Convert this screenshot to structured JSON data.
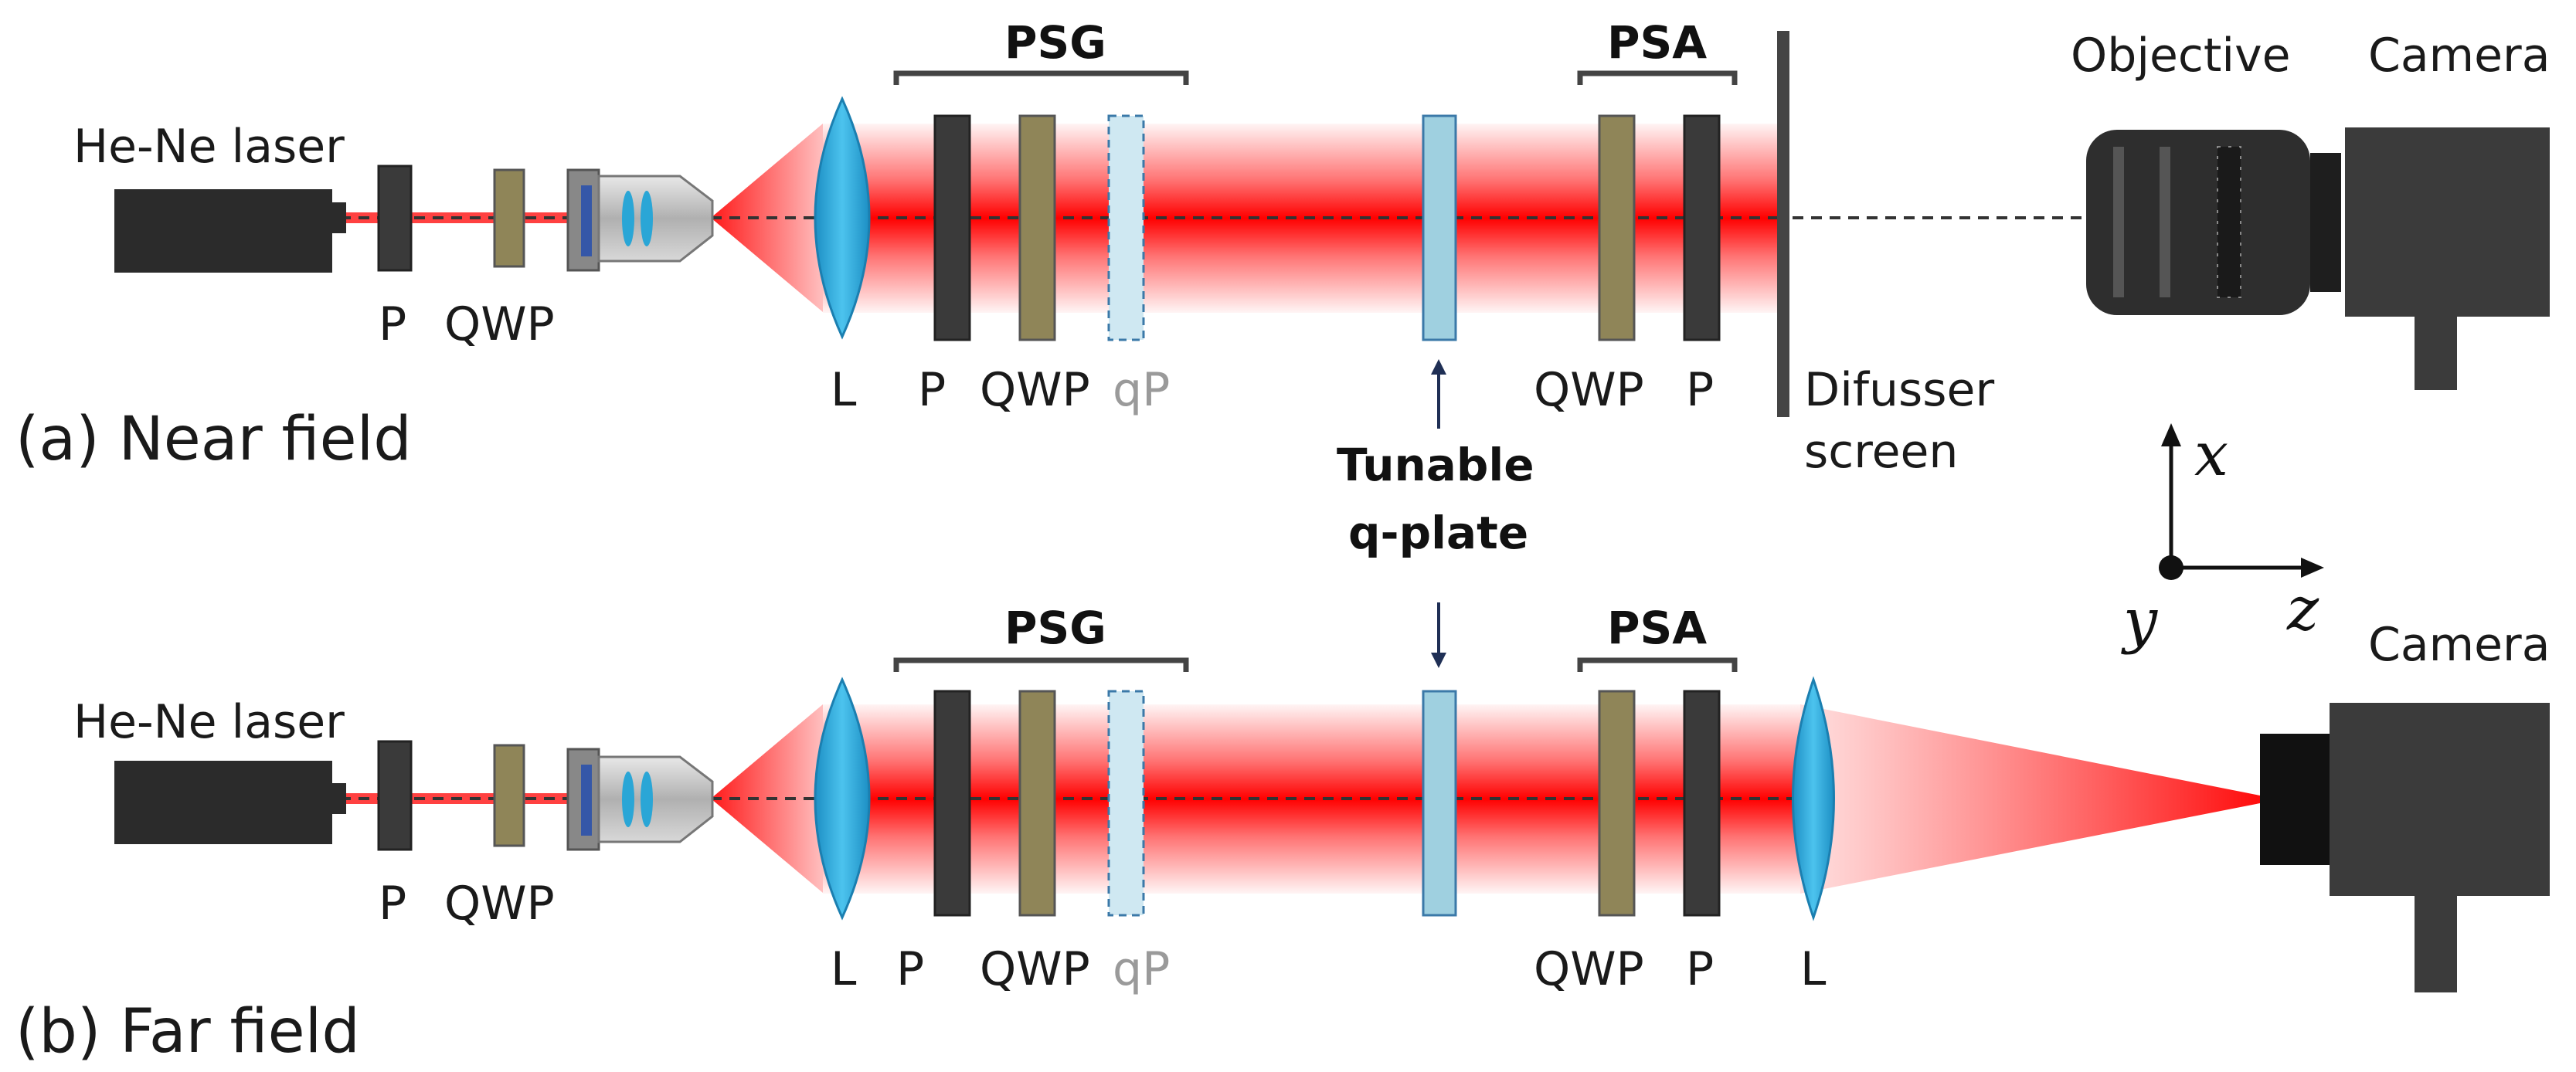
{
  "panels": [
    {
      "caption": "(a) Near field",
      "laser_label": "He-Ne laser",
      "psg_label": "PSG",
      "psa_label": "PSA",
      "objective_label": "Objective",
      "camera_label": "Camera",
      "diffuser_label_line1": "Difusser",
      "diffuser_label_line2": "screen",
      "optics_labels": {
        "pre_polarizer": "P",
        "pre_qwp": "QWP",
        "lens": "L",
        "psg_polarizer": "P",
        "psg_qwp": "QWP",
        "psg_qplate": "qP",
        "psa_qwp": "QWP",
        "psa_polarizer": "P"
      }
    },
    {
      "caption": "(b) Far field",
      "laser_label": "He-Ne laser",
      "psg_label": "PSG",
      "psa_label": "PSA",
      "camera_label": "Camera",
      "optics_labels": {
        "pre_polarizer": "P",
        "pre_qwp": "QWP",
        "lens": "L",
        "psg_polarizer": "P",
        "psg_qwp": "QWP",
        "psg_qplate": "qP",
        "psa_qwp": "QWP",
        "psa_polarizer": "P",
        "output_lens": "L"
      }
    }
  ],
  "tunable_qplate": {
    "line1": "Tunable",
    "line2": "q-plate"
  },
  "axes": {
    "x": "x",
    "y": "y",
    "z": "z"
  },
  "colors": {
    "laser_body": "#2b2b2b",
    "polarizer": "#3a3a3a",
    "qwp": "#8f8558",
    "lens": "#2aa6d6",
    "qplate": "#9fd0e0",
    "beam": "#ff0000",
    "camera": "#3b3b3b"
  }
}
